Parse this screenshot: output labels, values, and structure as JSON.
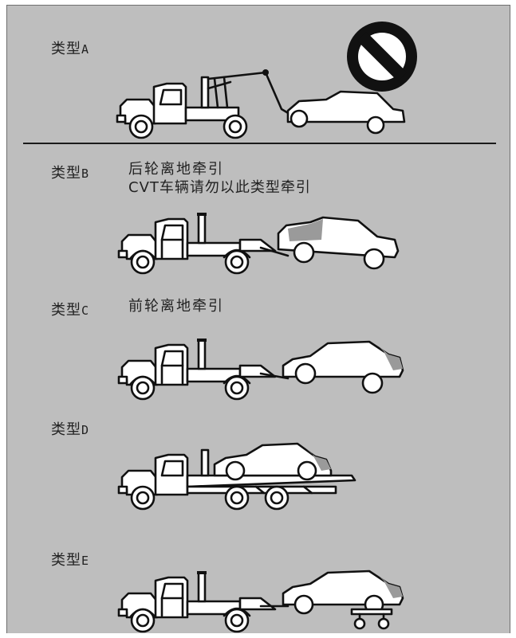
{
  "types": [
    {
      "id": "A",
      "prefix": "类型",
      "letter": "A"
    },
    {
      "id": "B",
      "prefix": "类型",
      "letter": "B",
      "note_line1": "后轮离地牵引",
      "note_line2": "CVT车辆请勿以此类型牵引"
    },
    {
      "id": "C",
      "prefix": "类型",
      "letter": "C",
      "note_line1": "前轮离地牵引"
    },
    {
      "id": "D",
      "prefix": "类型",
      "letter": "D"
    },
    {
      "id": "E",
      "prefix": "类型",
      "letter": "E"
    }
  ],
  "icons": {
    "prohibited": "prohibited-icon",
    "tow_truck": "tow-truck-icon",
    "car": "car-icon",
    "dolly": "dolly-icon"
  },
  "colors": {
    "panel": "#bebebe",
    "line": "#111111",
    "prohibited_symbol": "#111111",
    "car_shade": "#9a9a9a"
  }
}
